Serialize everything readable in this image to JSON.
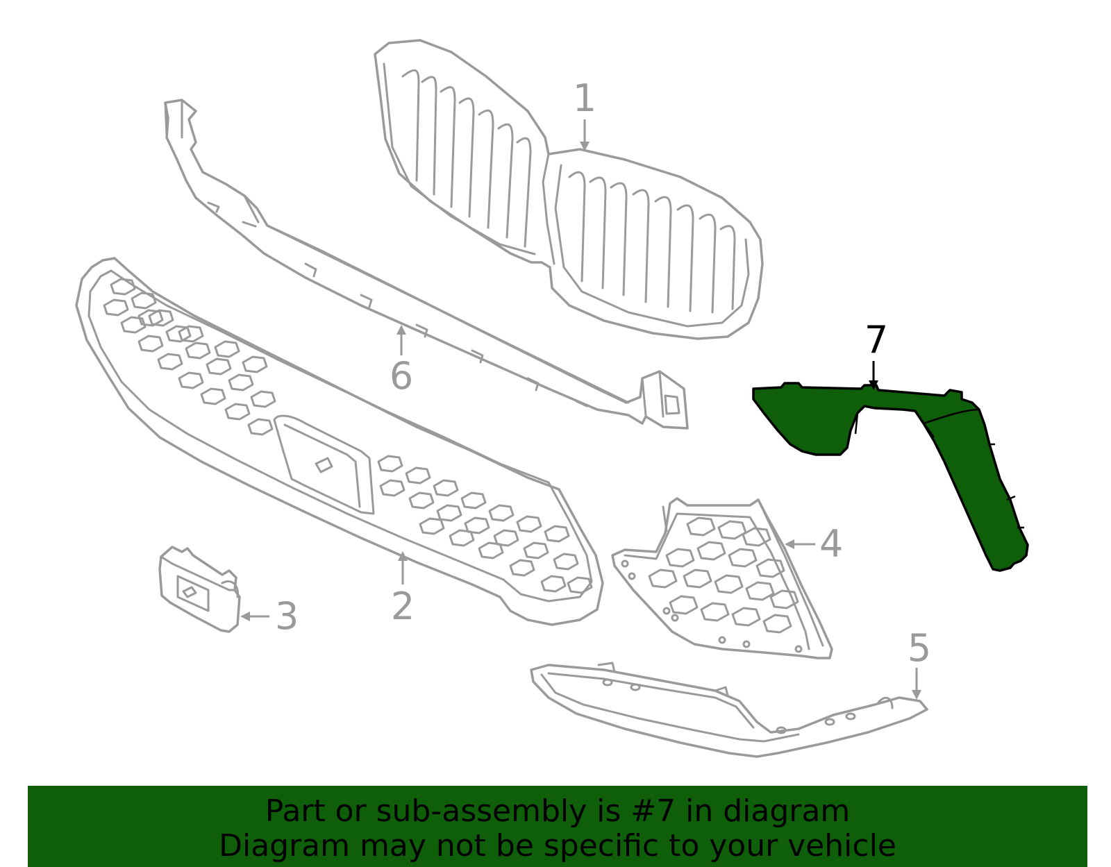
{
  "callouts": {
    "c1": "1",
    "c2": "2",
    "c3": "3",
    "c4": "4",
    "c5": "5",
    "c6": "6",
    "c7": "7"
  },
  "highlight": {
    "part_number": "7",
    "fill_color": "#0f5f0a",
    "outline_color": "#000000"
  },
  "line_color": "#9a9a9a",
  "banner": {
    "line1": "Part or sub-assembly is #7 in diagram",
    "line2": "Diagram may not be specific to your vehicle",
    "background_color": "#0f5f0a"
  }
}
